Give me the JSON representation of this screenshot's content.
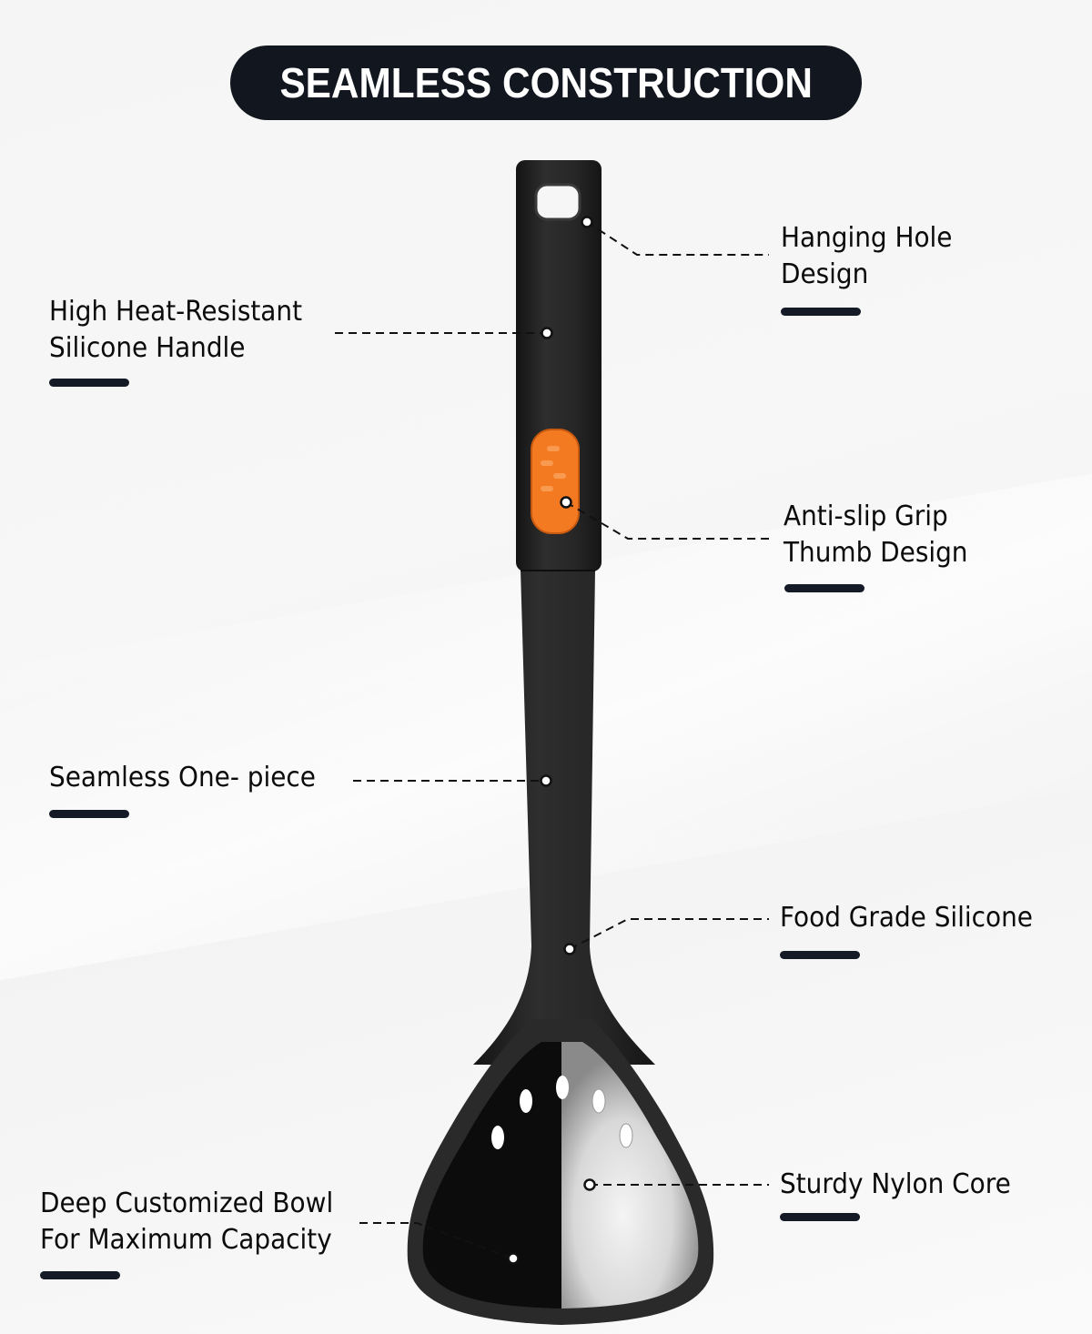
{
  "header": {
    "title": "SEAMLESS CONSTRUCTION"
  },
  "colors": {
    "title_bg": "#12161f",
    "accent_orange": "#f47a22",
    "product_black": "#1c1c1c",
    "underline": "#141a26",
    "background": "#f6f6f6"
  },
  "product": {
    "name": "slotted ladle",
    "icon": "ladle-illustration"
  },
  "callouts": [
    {
      "id": "hanging-hole",
      "line1": "Hanging Hole",
      "line2": "Design"
    },
    {
      "id": "heat-resistant-handle",
      "line1": "High Heat-Resistant",
      "line2": "Silicone Handle"
    },
    {
      "id": "anti-slip-grip",
      "line1": "Anti-slip Grip",
      "line2": "Thumb Design"
    },
    {
      "id": "seamless-one-piece",
      "line1": "Seamless One- piece"
    },
    {
      "id": "food-grade-silicone",
      "line1": "Food Grade Silicone"
    },
    {
      "id": "sturdy-nylon-core",
      "line1": "Sturdy Nylon Core"
    },
    {
      "id": "deep-bowl",
      "line1": "Deep Customized Bowl",
      "line2": "For Maximum Capacity"
    }
  ]
}
